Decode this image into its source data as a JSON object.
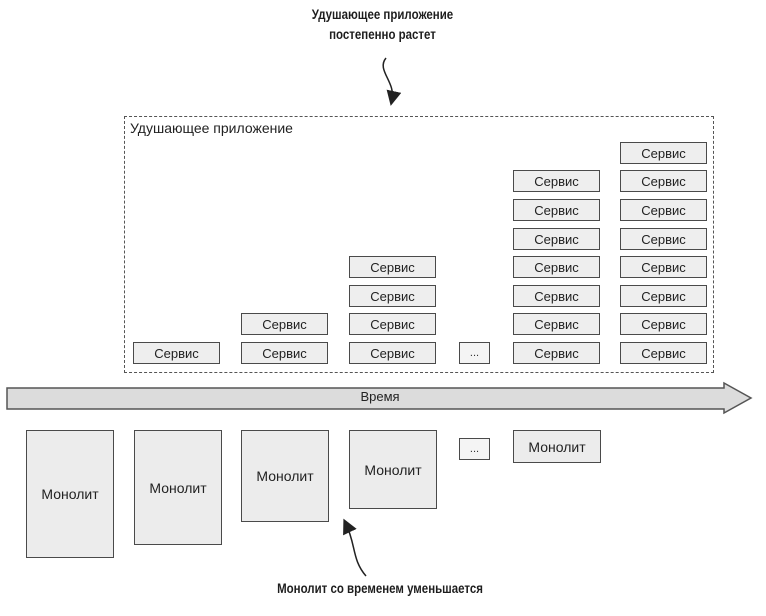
{
  "annotations": {
    "top": [
      "Удушающее приложение",
      "постепенно растет"
    ],
    "bottom": "Монолит со временем уменьшается"
  },
  "strangler_app": {
    "label": "Удушающее приложение",
    "service_label": "Сервис",
    "columns": [
      {
        "services": 1
      },
      {
        "services": 2
      },
      {
        "services": 4
      },
      {
        "ellipsis": "..."
      },
      {
        "services": 7
      },
      {
        "services": 8
      }
    ]
  },
  "timeline": {
    "label": "Время"
  },
  "monoliths": {
    "label": "Монолит",
    "stages": [
      {
        "relative_size": 1.0
      },
      {
        "relative_size": 0.9
      },
      {
        "relative_size": 0.72
      },
      {
        "relative_size": 0.62
      },
      {
        "ellipsis": "..."
      },
      {
        "relative_size": 0.26
      }
    ]
  },
  "colors": {
    "box_fill": "#eeeeee",
    "border": "#4a4a4a",
    "arrow_fill": "#dcdcdc"
  }
}
